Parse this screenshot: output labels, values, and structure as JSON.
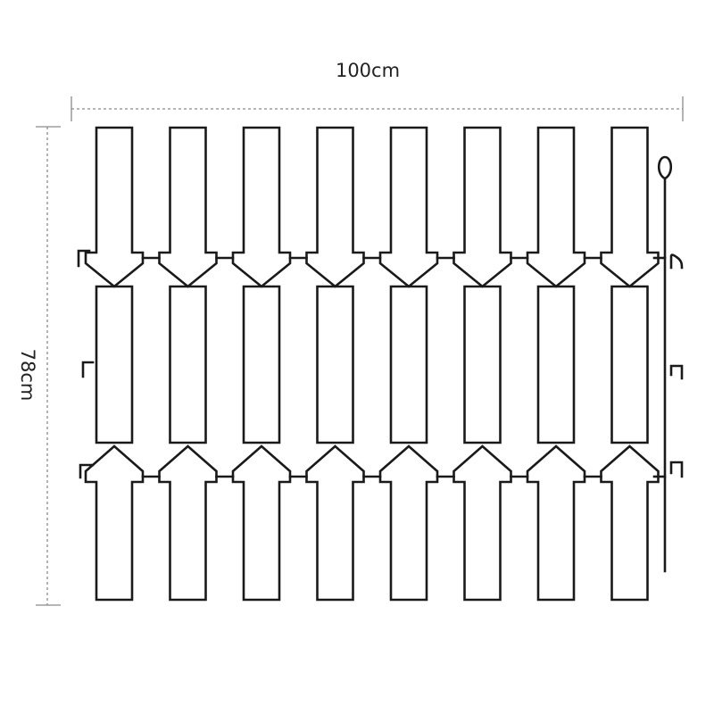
{
  "figure": {
    "width_label": "100cm",
    "height_label": "78cm",
    "colors": {
      "wire": "#1a1a1a",
      "dimension": "#8a8a8a",
      "background": "#ffffff"
    },
    "panel_columns": 8,
    "panel_rows": 3
  }
}
